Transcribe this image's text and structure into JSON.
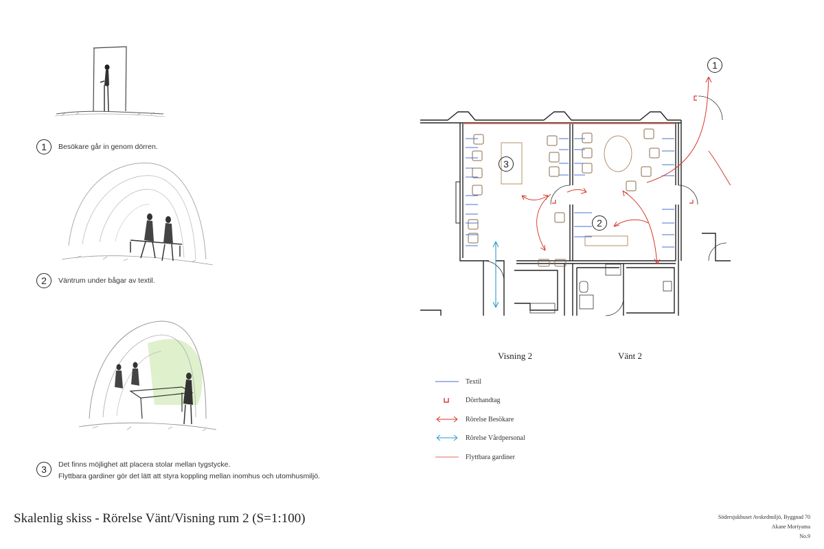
{
  "title": "Skalenlig skiss - Rörelse Vänt/Visning rum 2  (S=1:100)",
  "credits": {
    "line1": "Södersjukhuset Avskedmiljö, Byggnad 70",
    "line2": "Akane Moriyama",
    "line3": "No.9"
  },
  "steps": [
    {
      "number": "1",
      "caption": "Besökare går in genom dörren."
    },
    {
      "number": "2",
      "caption": "Väntrum under bågar av textil."
    },
    {
      "number": "3",
      "caption": "Det finns möjlighet att placera stolar mellan tygstycke.",
      "caption2": "Flyttbara gardiner gör det lätt att styra koppling mellan inomhus och utomhusmiljö."
    }
  ],
  "plan": {
    "markers": [
      "1",
      "2",
      "3"
    ],
    "room_labels": [
      "Visning 2",
      "Vänt 2"
    ]
  },
  "legend": [
    {
      "label": "Textil",
      "symbol": "textile-line-icon",
      "color": "#4a6fd0"
    },
    {
      "label": "Dörrhandtag",
      "symbol": "door-handle-icon",
      "color": "#d9342b"
    },
    {
      "label": "Rörelse Besökare",
      "symbol": "visitor-arrow-icon",
      "color": "#d9342b"
    },
    {
      "label": "Rörelse Vårdpersonal",
      "symbol": "staff-arrow-icon",
      "color": "#2a9ac8"
    },
    {
      "label": "Flyttbara gardiner",
      "symbol": "curtain-line-icon",
      "color": "#e06a5a"
    }
  ]
}
